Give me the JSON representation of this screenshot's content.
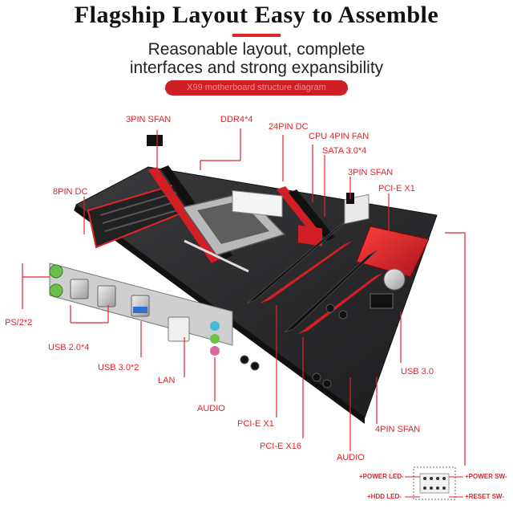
{
  "header": {
    "title": "Flagship Layout Easy to Assemble",
    "subtitle_line1": "Reasonable layout, complete",
    "subtitle_line2": "interfaces and strong expansibility",
    "badge": "X99 motherboard structure diagram"
  },
  "labels": {
    "fan_3pin_top": "3PIN SFAN",
    "ddr4": "DDR4*4",
    "dc_24pin": "24PIN DC",
    "cpu_fan": "CPU 4PIN FAN",
    "sata": "SATA 3.0*4",
    "fan_3pin_right": "3PIN SFAN",
    "pcie_x1_top": "PCI-E X1",
    "dc_8pin": "8PIN DC",
    "ps2": "PS/2*2",
    "usb20": "USB 2.0*4",
    "usb30_left": "USB 3.0*2",
    "lan": "LAN",
    "audio_left": "AUDIO",
    "pcie_x1_bottom": "PCI-E X1",
    "pcie_x16": "PCI-E X16",
    "audio_bottom": "AUDIO",
    "usb30_right": "USB 3.0",
    "fan_4pin": "4PIN SFAN"
  },
  "front_panel": {
    "power_led": "+POWER LED-",
    "hdd_led": "+HDD LED-",
    "power_sw": "+POWER SW-",
    "reset_sw": "+RESET SW-"
  },
  "colors": {
    "accent": "#e0242b",
    "board": "#2a2a2c",
    "slot_red": "#d21f26"
  }
}
